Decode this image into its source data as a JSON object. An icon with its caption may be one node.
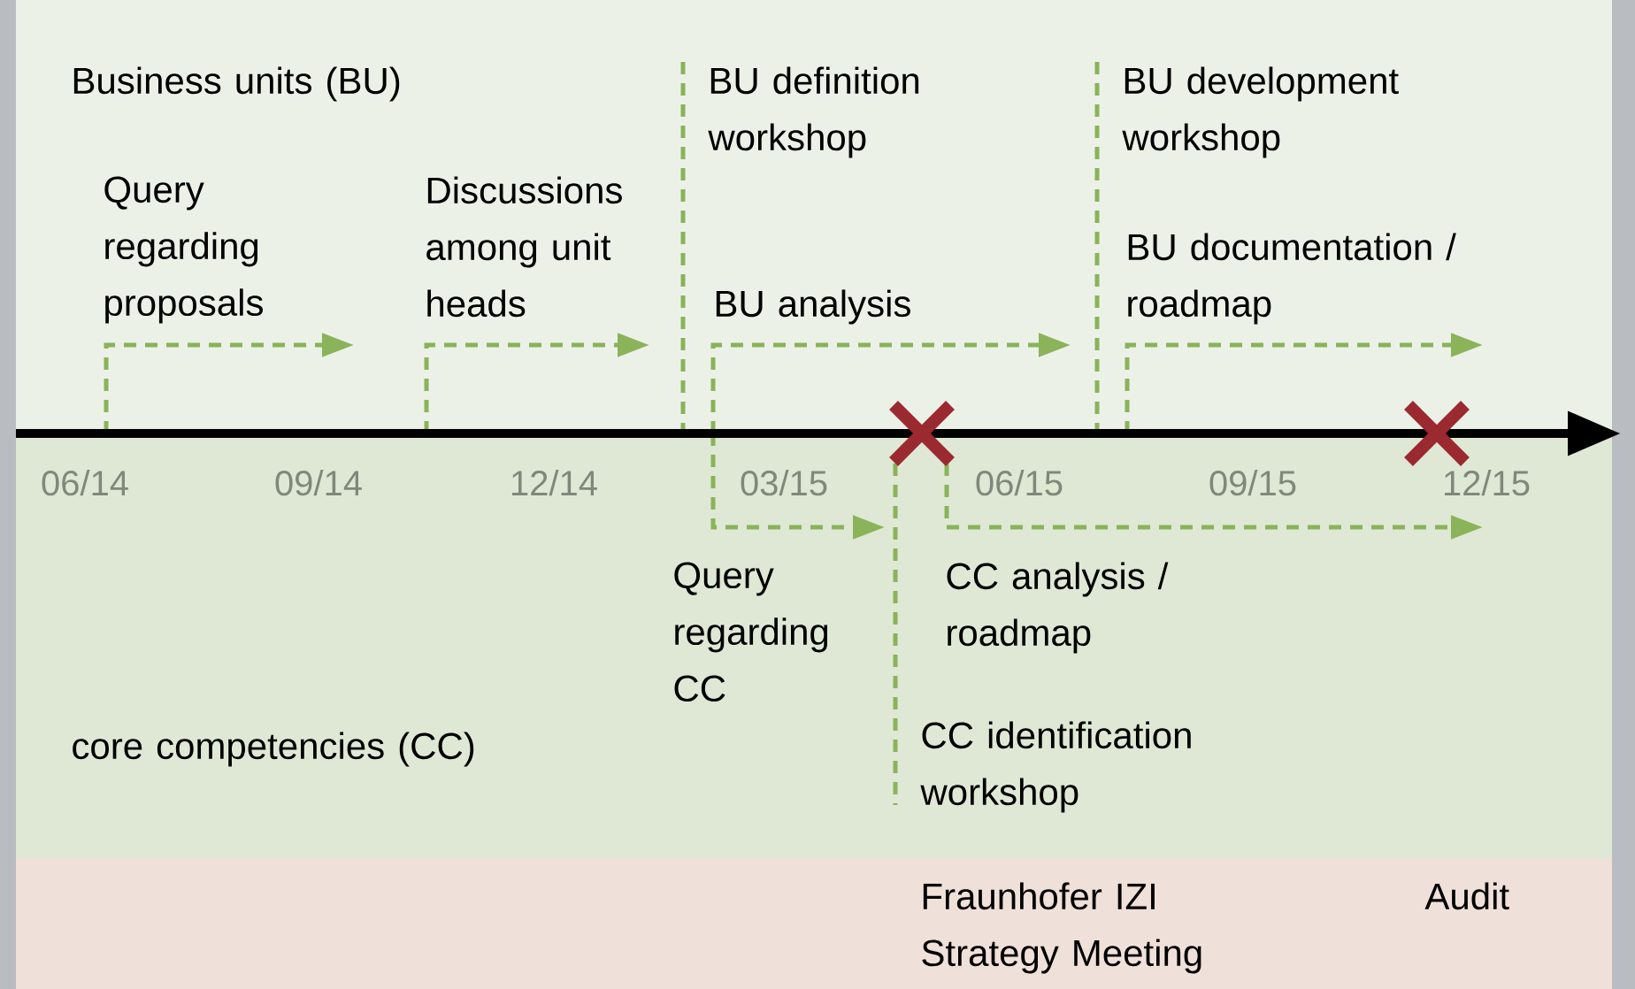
{
  "diagram": {
    "labels": [
      "Business units (BU)",
      "BU definition workshop",
      "BU development workshop",
      "Query regarding proposals",
      "Discussions among unit heads",
      "BU documentation / roadmap",
      "BU analysis",
      "06/14",
      "09/14",
      "12/14",
      "03/15",
      "06/15",
      "09/15",
      "12/15",
      "Query regarding CC",
      "CC analysis / roadmap",
      "CC identification workshop",
      "core competencies (CC)",
      "Fraunhofer IZI Strategy Meeting",
      "Audit"
    ]
  }
}
